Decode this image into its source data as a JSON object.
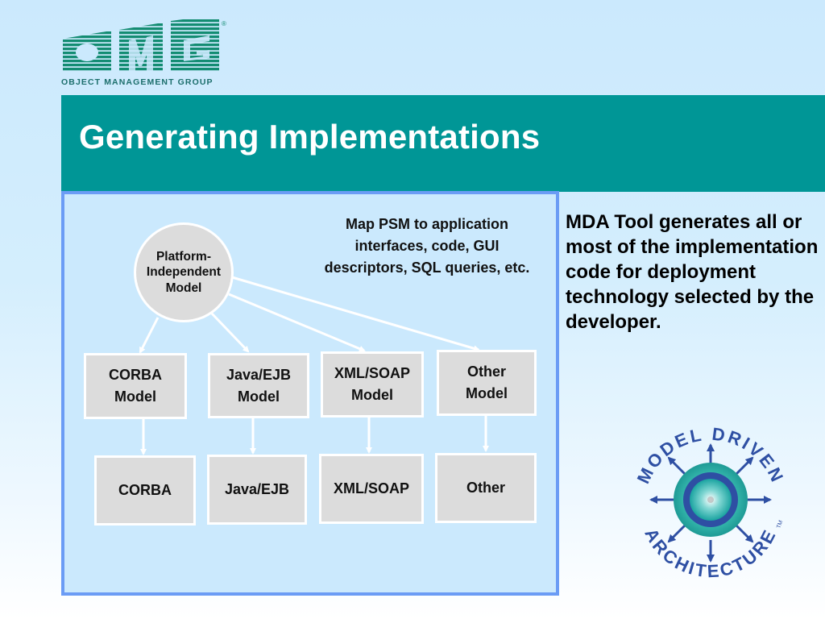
{
  "logo": {
    "letters": "OMG",
    "registered": "®",
    "subtitle": "OBJECT MANAGEMENT GROUP"
  },
  "slide": {
    "title": "Generating Implementations"
  },
  "diagram": {
    "pim_label": "Platform-Independent Model",
    "pim_lines": [
      "Platform-",
      "Independent",
      "Model"
    ],
    "caption": "Map PSM to application interfaces, code, GUI descriptors, SQL queries, etc.",
    "models": [
      {
        "id": "corba",
        "label": "CORBA Model"
      },
      {
        "id": "java-ejb",
        "label": "Java/EJB Model"
      },
      {
        "id": "xml-soap",
        "label": "XML/SOAP Model"
      },
      {
        "id": "other",
        "label": "Other Model"
      }
    ],
    "implementations": [
      {
        "id": "corba",
        "label": "CORBA"
      },
      {
        "id": "java-ejb",
        "label": "Java/EJB"
      },
      {
        "id": "xml-soap",
        "label": "XML/SOAP"
      },
      {
        "id": "other",
        "label": "Other"
      }
    ]
  },
  "side_text": "MDA Tool generates all or most of the implementation code for deployment technology selected by the developer.",
  "mda_logo": {
    "top_text": "MODEL DRIVEN",
    "bottom_text": "ARCHITECTURE",
    "trademark": "TM"
  },
  "colors": {
    "title_band": "#009696",
    "panel_border": "#6b9cf5",
    "panel_fill": "#cbe9fd",
    "box_fill": "#dcdcdc",
    "logo_green": "#138c72",
    "mda_blue": "#2e4fa3"
  }
}
